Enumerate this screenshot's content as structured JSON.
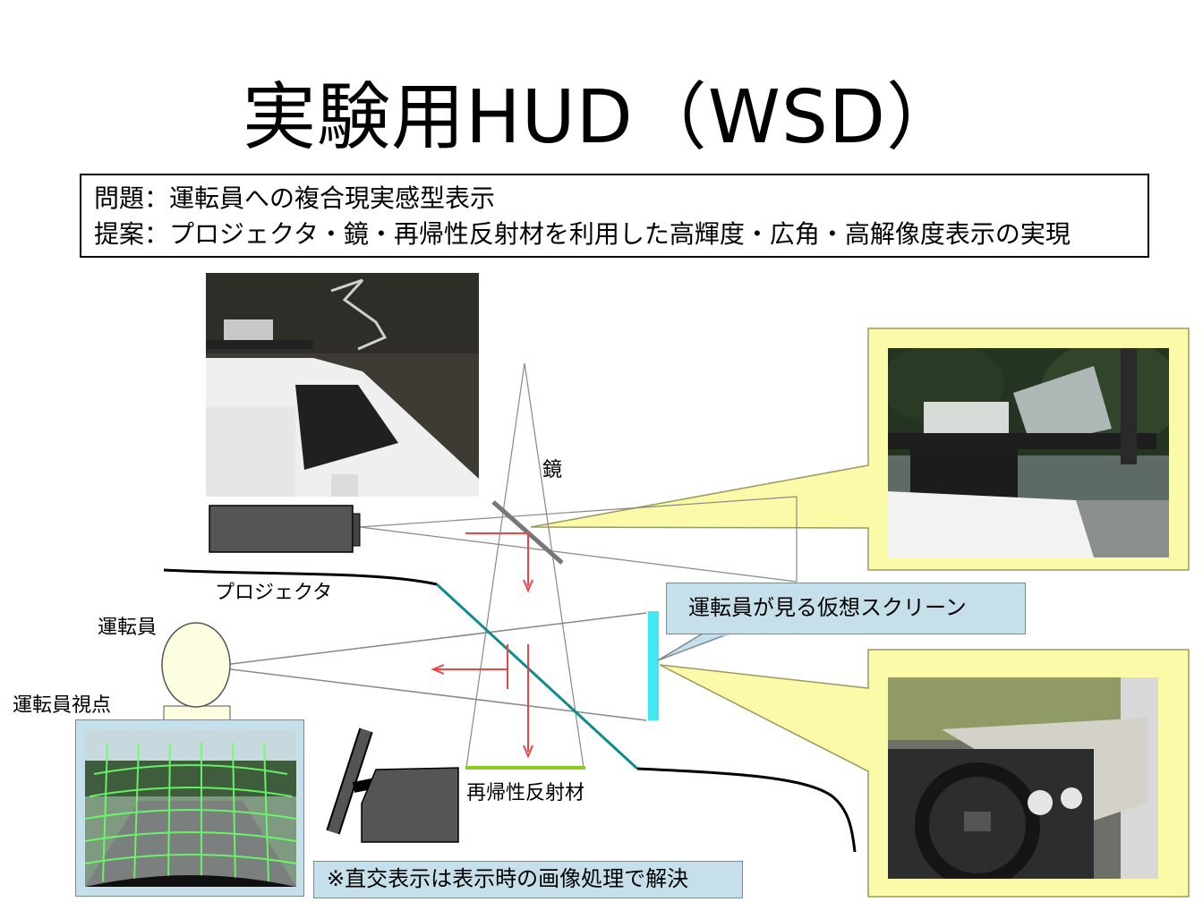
{
  "title": "実験用HUD（WSD）",
  "problem_line": "問題：運転員への複合現実感型表示",
  "proposal_line": "提案：プロジェクタ・鏡・再帰性反射材を利用した高輝度・広角・高解像度表示の実現",
  "labels": {
    "mirror": "鏡",
    "projector": "プロジェクタ",
    "driver": "運転員",
    "driver_viewpoint": "運転員視点",
    "retroreflector": "再帰性反射材",
    "virtual_screen": "運転員が見る仮想スクリーン"
  },
  "note": "※直交表示は表示時の画像処理で解決",
  "colors": {
    "callout_fill": "#c5e0ea",
    "yellow_callout": "#fafaa8",
    "arrow_red": "#ee4444",
    "windshield": "#0e8c8c",
    "retroreflector": "#88cc22",
    "virtual_screen": "#40e8f0",
    "driver_head": "#fdfde0"
  }
}
